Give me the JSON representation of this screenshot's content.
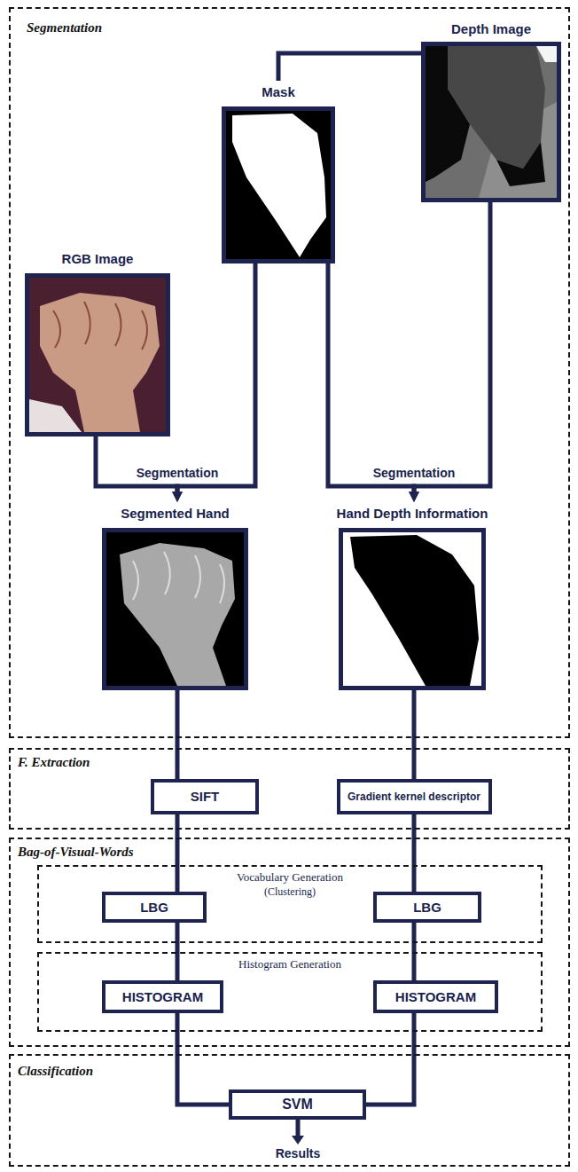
{
  "diagram": {
    "nodes": [
      {
        "text": [
          "Segmentation"
        ]
      },
      {
        "text": [
          "Depth Image"
        ],
        "in": 0
      },
      {
        "text": [
          "Mask"
        ],
        "in": 0
      },
      {
        "text": [
          "RGB Image"
        ],
        "in": 0
      },
      {
        "text": [
          "Segmented Hand"
        ],
        "in": 0
      },
      {
        "text": [
          "Hand Depth Information"
        ],
        "in": 0
      },
      {
        "text": [
          "F. Extraction"
        ]
      },
      {
        "text": [
          "SIFT"
        ],
        "in": 6
      },
      {
        "text": [
          "Gradient kernel descriptor"
        ],
        "in": 6
      },
      {
        "text": [
          "Bag-of-Visual-Words"
        ]
      },
      {
        "text": [
          "Vocabulary Generation",
          "(Clustering)"
        ],
        "in": 9
      },
      {
        "text": [
          "LBG"
        ],
        "in": 10
      },
      {
        "text": [
          "LBG"
        ],
        "in": 10
      },
      {
        "text": [
          "Histogram Generation"
        ],
        "in": 9
      },
      {
        "text": [
          "HISTOGRAM"
        ],
        "in": 13
      },
      {
        "text": [
          "HISTOGRAM"
        ],
        "in": 13
      },
      {
        "text": [
          "Classification"
        ]
      },
      {
        "text": [
          "SVM"
        ],
        "in": 16
      }
    ],
    "edges": [
      {
        "from": 1,
        "to": 2,
        "arrow": "none"
      },
      {
        "from": 3,
        "to": 4,
        "label": "Segmentation",
        "arrow": "to"
      },
      {
        "from": 2,
        "to": 4,
        "arrow": "to"
      },
      {
        "from": 2,
        "to": 5,
        "label": "Segmentation",
        "arrow": "to"
      },
      {
        "from": 1,
        "to": 5,
        "arrow": "to"
      },
      {
        "from": 4,
        "to": 7,
        "arrow": "none"
      },
      {
        "from": 5,
        "to": 8,
        "arrow": "none"
      },
      {
        "from": 7,
        "to": 11,
        "arrow": "none"
      },
      {
        "from": 8,
        "to": 12,
        "arrow": "none"
      },
      {
        "from": 11,
        "to": 14,
        "arrow": "none"
      },
      {
        "from": 12,
        "to": 15,
        "arrow": "none"
      },
      {
        "from": 14,
        "to": 17,
        "arrow": "none"
      },
      {
        "from": 15,
        "to": 17,
        "arrow": "none"
      }
    ],
    "labels": [
      "Results"
    ]
  }
}
